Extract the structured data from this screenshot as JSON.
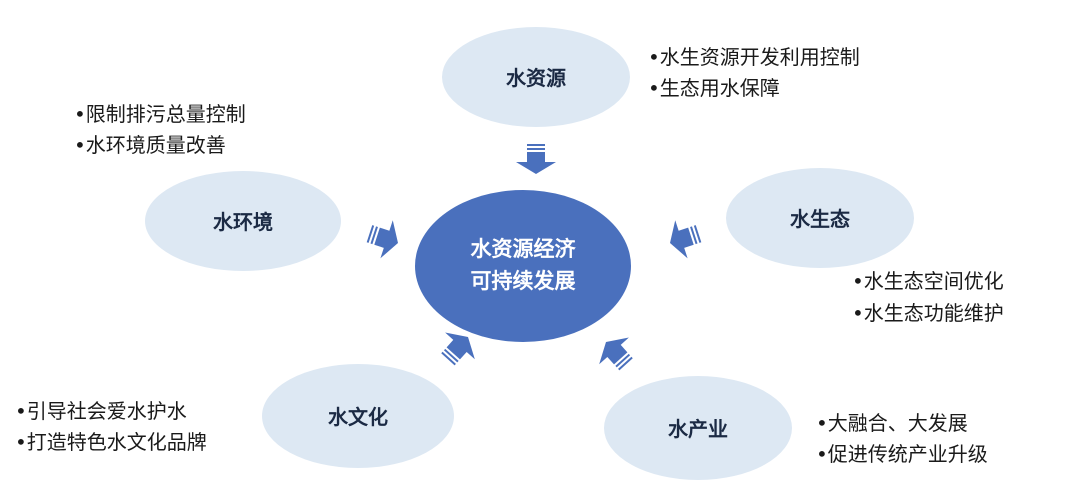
{
  "center": {
    "line1": "水资源经济",
    "line2": "可持续发展"
  },
  "nodes": {
    "water_resources": {
      "label": "水资源",
      "bullets": [
        "•水生资源开发利用控制",
        "•生态用水保障"
      ]
    },
    "water_environment": {
      "label": "水环境",
      "bullets": [
        "•限制排污总量控制",
        "•水环境质量改善"
      ]
    },
    "water_ecology": {
      "label": "水生态",
      "bullets": [
        "•水生态空间优化",
        "•水生态功能维护"
      ]
    },
    "water_culture": {
      "label": "水文化",
      "bullets": [
        "•引导社会爱水护水",
        "•打造特色水文化品牌"
      ]
    },
    "water_industry": {
      "label": "水产业",
      "bullets": [
        "•大融合、大发展",
        "•促进传统产业升级"
      ]
    }
  },
  "colors": {
    "center_fill": "#4a70bd",
    "node_fill": "#dde8f3",
    "arrow_fill": "#4a70bd"
  }
}
